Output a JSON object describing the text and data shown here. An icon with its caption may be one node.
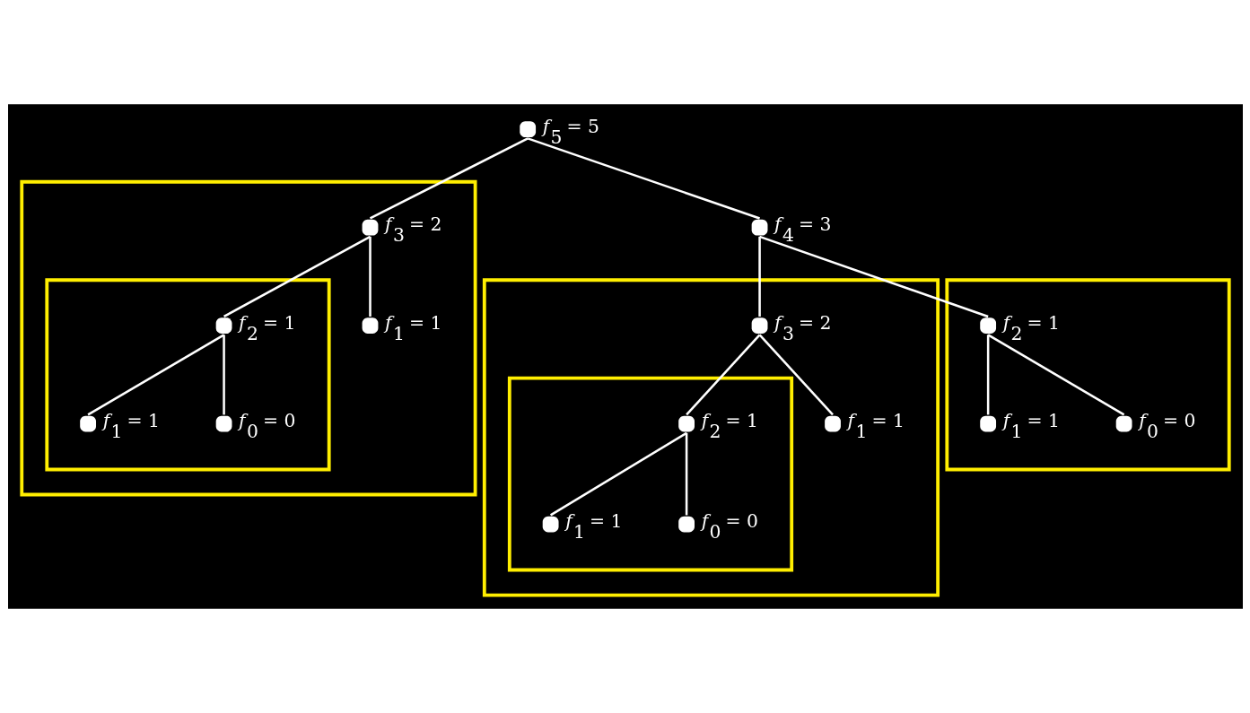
{
  "diagram": {
    "nodes": [
      {
        "text": [],
        "shape": "circle",
        "beside": [
          "*f*$_{5}$ = 5"
        ]
      },
      {
        "text": [],
        "shape": "circle",
        "beside": [
          "*f*$_{4}$ = 3"
        ]
      },
      {
        "text": [],
        "shape": "box"
      },
      {
        "text": [],
        "shape": "circle",
        "beside": [
          "*f*$_{3}$ = 2"
        ],
        "in": 2
      },
      {
        "text": [],
        "shape": "box",
        "in": 2
      },
      {
        "text": [],
        "shape": "circle",
        "beside": [
          "*f*$_{2}$ = 1"
        ],
        "in": 4
      },
      {
        "text": [],
        "shape": "circle",
        "beside": [
          "*f*$_{1}$ = 1"
        ],
        "in": 2
      },
      {
        "text": [],
        "shape": "circle",
        "beside": [
          "*f*$_{1}$ = 1"
        ],
        "in": 4
      },
      {
        "text": [],
        "shape": "circle",
        "beside": [
          "*f*$_{0}$ = 0"
        ],
        "in": 4
      },
      {
        "text": [],
        "shape": "box"
      },
      {
        "text": [],
        "shape": "circle",
        "beside": [
          "*f*$_{2}$ = 1"
        ],
        "in": 9
      },
      {
        "text": [],
        "shape": "circle",
        "beside": [
          "*f*$_{1}$ = 1"
        ],
        "in": 9
      },
      {
        "text": [],
        "shape": "circle",
        "beside": [
          "*f*$_{0}$ = 0"
        ],
        "in": 9
      },
      {
        "text": [],
        "shape": "box"
      },
      {
        "text": [],
        "shape": "circle",
        "beside": [
          "*f*$_{3}$ = 2"
        ],
        "in": 13
      },
      {
        "text": [],
        "shape": "box",
        "in": 13
      },
      {
        "text": [],
        "shape": "circle",
        "beside": [
          "*f*$_{2}$ = 1"
        ],
        "in": 15
      },
      {
        "text": [],
        "shape": "circle",
        "beside": [
          "*f*$_{1}$ = 1"
        ],
        "in": 13
      },
      {
        "text": [],
        "shape": "circle",
        "beside": [
          "*f*$_{1}$ = 1"
        ],
        "in": 15
      },
      {
        "text": [],
        "shape": "circle",
        "beside": [
          "*f*$_{0}$ = 0"
        ],
        "in": 15
      }
    ],
    "edges": [
      {
        "from": 0,
        "to": 1,
        "arrow": "none"
      },
      {
        "from": 0,
        "to": 14,
        "arrow": "none"
      },
      {
        "from": 1,
        "to": 3,
        "arrow": "none"
      },
      {
        "from": 1,
        "to": 10,
        "arrow": "none"
      },
      {
        "from": 3,
        "to": 5,
        "arrow": "none"
      },
      {
        "from": 3,
        "to": 6,
        "arrow": "none"
      },
      {
        "from": 5,
        "to": 7,
        "arrow": "none"
      },
      {
        "from": 5,
        "to": 8,
        "arrow": "none"
      },
      {
        "from": 10,
        "to": 11,
        "arrow": "none"
      },
      {
        "from": 10,
        "to": 12,
        "arrow": "none"
      },
      {
        "from": 14,
        "to": 16,
        "arrow": "none"
      },
      {
        "from": 14,
        "to": 17,
        "arrow": "none"
      },
      {
        "from": 16,
        "to": 18,
        "arrow": "none"
      },
      {
        "from": 16,
        "to": 19,
        "arrow": "none"
      }
    ]
  }
}
